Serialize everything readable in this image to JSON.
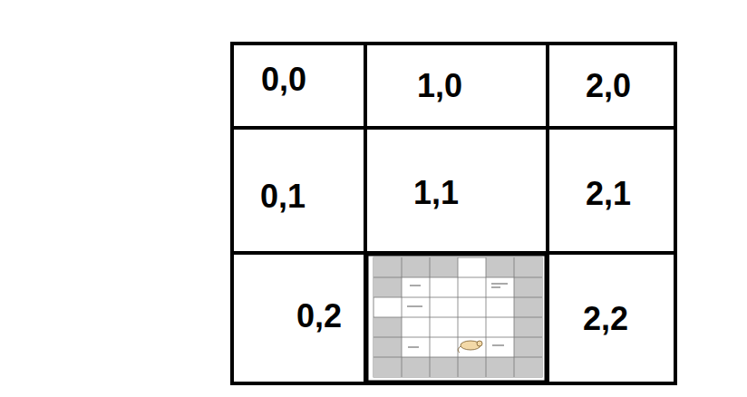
{
  "diagram": {
    "nodes": [
      {
        "text": [
          "0,0"
        ]
      },
      {
        "text": [
          "1,0"
        ]
      },
      {
        "text": [
          "2,0"
        ]
      },
      {
        "text": [
          "0,1"
        ]
      },
      {
        "text": [
          "1,1"
        ]
      },
      {
        "text": [
          "2,1"
        ]
      },
      {
        "text": [
          "0,2"
        ]
      },
      {
        "text": [
          "2,2"
        ]
      }
    ]
  }
}
